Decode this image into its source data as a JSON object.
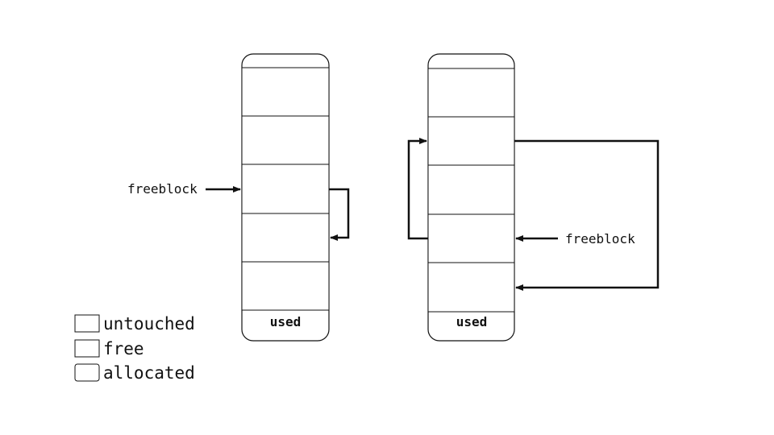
{
  "diagram": {
    "left_column": {
      "pointer_label": "freeblock",
      "footer_label": "used"
    },
    "right_column": {
      "pointer_label": "freeblock",
      "footer_label": "used"
    },
    "legend": {
      "items": [
        {
          "label": "untouched"
        },
        {
          "label": "free"
        },
        {
          "label": "allocated"
        }
      ]
    },
    "colors": {
      "line": "#111111",
      "background": "#ffffff"
    }
  }
}
